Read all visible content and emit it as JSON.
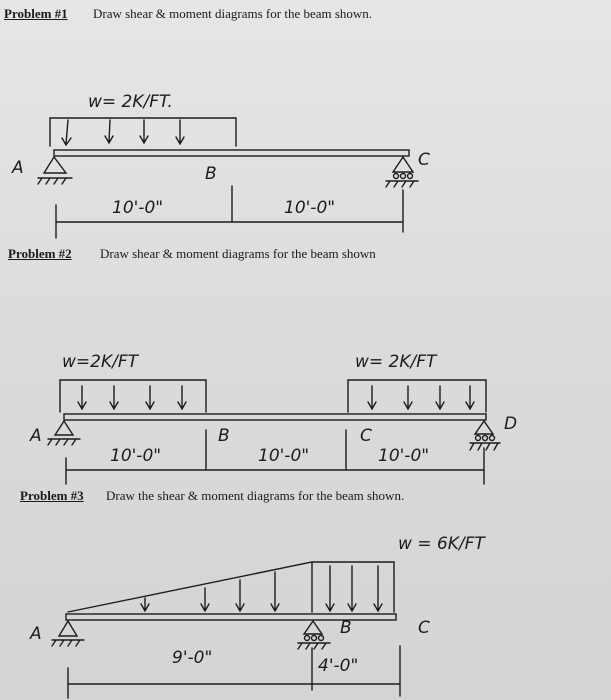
{
  "problems": [
    {
      "label": "Problem #1",
      "instruction": "Draw shear & moment diagrams for the beam shown.",
      "load": "w= 2K/FT.",
      "points": [
        "A",
        "B",
        "C"
      ],
      "spans": [
        "10'-0\"",
        "10'-0\""
      ]
    },
    {
      "label": "Problem #2",
      "instruction": "Draw shear & moment diagrams for the beam shown",
      "loads": [
        "w=2K/FT",
        "w= 2K/FT"
      ],
      "points": [
        "A",
        "B",
        "C",
        "D"
      ],
      "spans": [
        "10'-0\"",
        "10'-0\"",
        "10'-0\""
      ]
    },
    {
      "label": "Problem #3",
      "instruction": "Draw the shear & moment diagrams for the beam shown.",
      "load": "w = 6K/FT",
      "points": [
        "A",
        "B",
        "C"
      ],
      "spans": [
        "9'-0\"",
        "4'-0\""
      ]
    }
  ]
}
